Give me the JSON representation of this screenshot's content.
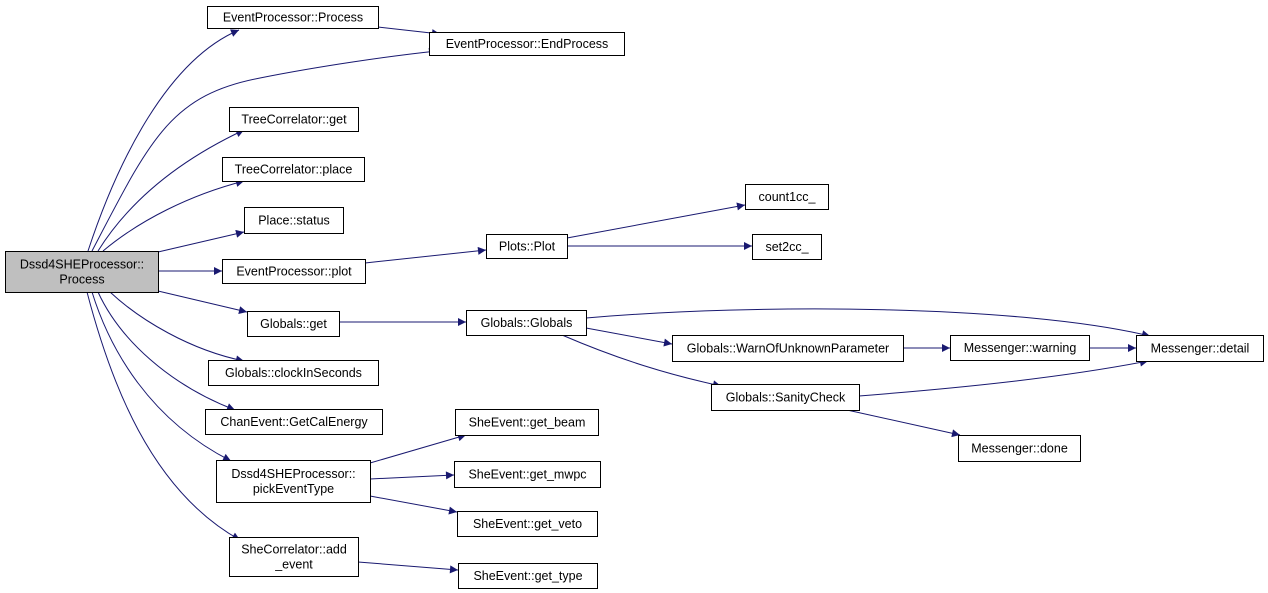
{
  "diagram": {
    "type": "call-graph",
    "colors": {
      "edge": "#191970",
      "root_fill": "#bfbfbf",
      "node_fill": "#ffffff",
      "border": "#000000"
    },
    "nodes": {
      "root": [
        "Dssd4SHEProcessor::",
        "Process"
      ],
      "ep_process": [
        "EventProcessor::Process"
      ],
      "ep_endprocess": [
        "EventProcessor::EndProcess"
      ],
      "tc_get": [
        "TreeCorrelator::get"
      ],
      "tc_place": [
        "TreeCorrelator::place"
      ],
      "place_status": [
        "Place::status"
      ],
      "ep_plot": [
        "EventProcessor::plot"
      ],
      "globals_get": [
        "Globals::get"
      ],
      "globals_clock": [
        "Globals::clockInSeconds"
      ],
      "chan_getcal": [
        "ChanEvent::GetCalEnergy"
      ],
      "pick_event": [
        "Dssd4SHEProcessor::",
        "pickEventType"
      ],
      "she_add": [
        "SheCorrelator::add",
        "_event"
      ],
      "plots_plot": [
        "Plots::Plot"
      ],
      "count1cc": [
        "count1cc_"
      ],
      "set2cc": [
        "set2cc_"
      ],
      "globals_globals": [
        "Globals::Globals"
      ],
      "warn_unknown": [
        "Globals::WarnOfUnknownParameter"
      ],
      "sanity": [
        "Globals::SanityCheck"
      ],
      "msg_warning": [
        "Messenger::warning"
      ],
      "msg_detail": [
        "Messenger::detail"
      ],
      "msg_done": [
        "Messenger::done"
      ],
      "she_beam": [
        "SheEvent::get_beam"
      ],
      "she_mwpc": [
        "SheEvent::get_mwpc"
      ],
      "she_veto": [
        "SheEvent::get_veto"
      ],
      "she_type": [
        "SheEvent::get_type"
      ]
    },
    "edges": [
      [
        "root",
        "ep_process"
      ],
      [
        "root",
        "ep_endprocess"
      ],
      [
        "ep_process",
        "ep_endprocess"
      ],
      [
        "root",
        "tc_get"
      ],
      [
        "root",
        "tc_place"
      ],
      [
        "root",
        "place_status"
      ],
      [
        "root",
        "ep_plot"
      ],
      [
        "root",
        "globals_get"
      ],
      [
        "root",
        "globals_clock"
      ],
      [
        "root",
        "chan_getcal"
      ],
      [
        "root",
        "pick_event"
      ],
      [
        "root",
        "she_add"
      ],
      [
        "ep_plot",
        "plots_plot"
      ],
      [
        "plots_plot",
        "count1cc"
      ],
      [
        "plots_plot",
        "set2cc"
      ],
      [
        "globals_get",
        "globals_globals"
      ],
      [
        "globals_globals",
        "warn_unknown"
      ],
      [
        "globals_globals",
        "sanity"
      ],
      [
        "globals_globals",
        "msg_detail"
      ],
      [
        "warn_unknown",
        "msg_warning"
      ],
      [
        "msg_warning",
        "msg_detail"
      ],
      [
        "sanity",
        "msg_detail"
      ],
      [
        "sanity",
        "msg_done"
      ],
      [
        "pick_event",
        "she_beam"
      ],
      [
        "pick_event",
        "she_mwpc"
      ],
      [
        "pick_event",
        "she_veto"
      ],
      [
        "she_add",
        "she_type"
      ]
    ]
  }
}
